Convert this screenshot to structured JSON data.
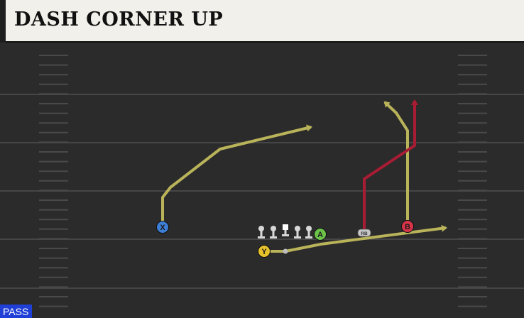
{
  "play": {
    "title": "DASH CORNER UP",
    "badge": "PASS"
  },
  "colors": {
    "field": "#2b2b2b",
    "yard_line": "#464646",
    "hash_mark": "#4a4a4a",
    "route_primary": "#b9b35a",
    "route_highlight": "#a81c34",
    "badge": "#1f3fd6"
  },
  "players": [
    {
      "id": "X",
      "label": "X",
      "color": "#3d7fd6",
      "text_color": "#1a1a1a"
    },
    {
      "id": "Y",
      "label": "Y",
      "color": "#e6c12c",
      "text_color": "#1a1a1a"
    },
    {
      "id": "A",
      "label": "A",
      "color": "#6cc24a",
      "text_color": "#1a1a1a"
    },
    {
      "id": "B",
      "label": "B",
      "color": "#d8344a",
      "text_color": "#1a1a1a"
    },
    {
      "id": "RB",
      "label": "RB",
      "color": "#c8c8c8",
      "text_color": "#333333"
    }
  ],
  "offensive_line": {
    "count": 5,
    "center_marker": "snap-marker"
  },
  "routes": [
    {
      "player": "X",
      "type": "corner-up",
      "color_key": "route_primary"
    },
    {
      "player": "Y",
      "type": "motion-out",
      "color_key": "route_primary"
    },
    {
      "player": "B",
      "type": "go",
      "color_key": "route_primary"
    },
    {
      "player": "RB",
      "type": "wheel-up",
      "color_key": "route_highlight"
    }
  ]
}
